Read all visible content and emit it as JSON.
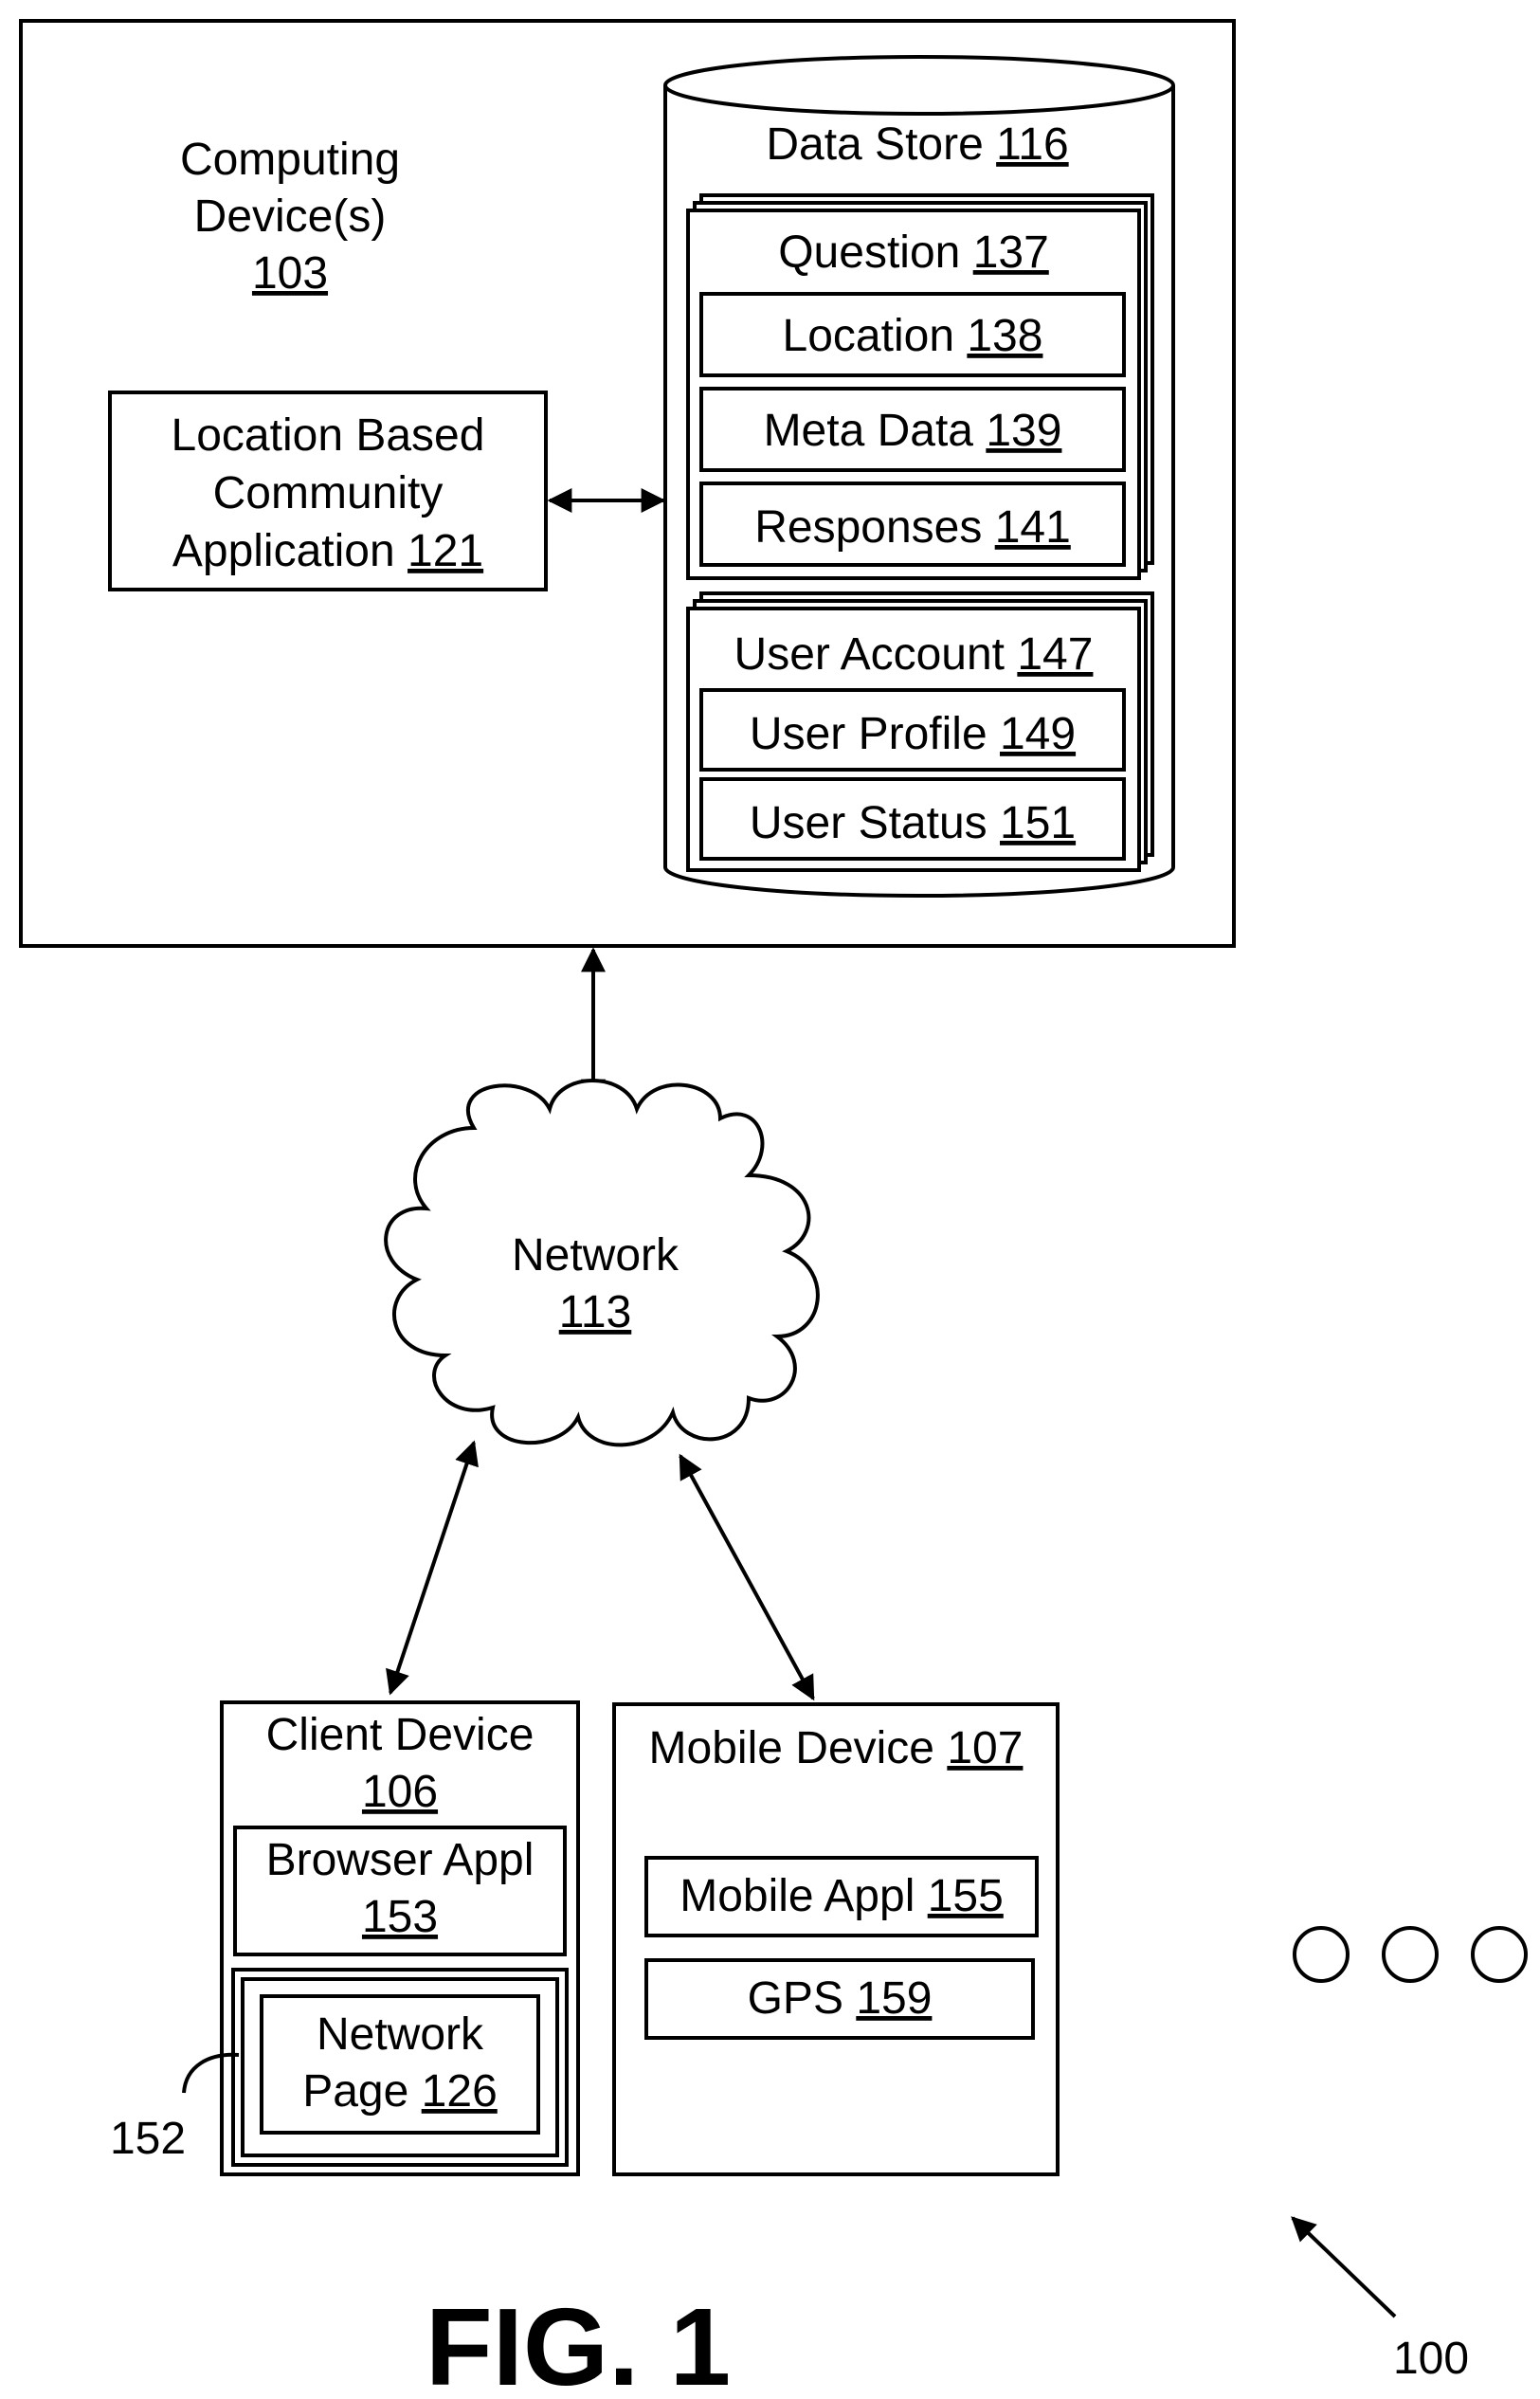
{
  "computing_device": {
    "label_line1": "Computing",
    "label_line2": "Device(s)",
    "ref": "103"
  },
  "lbca": {
    "line1": "Location Based",
    "line2": "Community",
    "line3": "Application",
    "ref": "121"
  },
  "data_store": {
    "label": "Data Store",
    "ref": "116"
  },
  "question": {
    "label": "Question",
    "ref": "137"
  },
  "location": {
    "label": "Location",
    "ref": "138"
  },
  "meta_data": {
    "label": "Meta Data",
    "ref": "139"
  },
  "responses": {
    "label": "Responses",
    "ref": "141"
  },
  "user_account": {
    "label": "User Account",
    "ref": "147"
  },
  "user_profile": {
    "label": "User Profile",
    "ref": "149"
  },
  "user_status": {
    "label": "User Status",
    "ref": "151"
  },
  "network": {
    "label": "Network",
    "ref": "113"
  },
  "client_device": {
    "label": "Client Device",
    "ref": "106"
  },
  "browser_appl": {
    "label": "Browser Appl",
    "ref": "153"
  },
  "network_page": {
    "line1": "Network",
    "line2": "Page",
    "ref": "126"
  },
  "callout_152": "152",
  "mobile_device": {
    "label": "Mobile Device",
    "ref": "107"
  },
  "mobile_appl": {
    "label": "Mobile Appl",
    "ref": "155"
  },
  "gps": {
    "label": "GPS",
    "ref": "159"
  },
  "system_ref": "100",
  "figure_label": "FIG. 1"
}
